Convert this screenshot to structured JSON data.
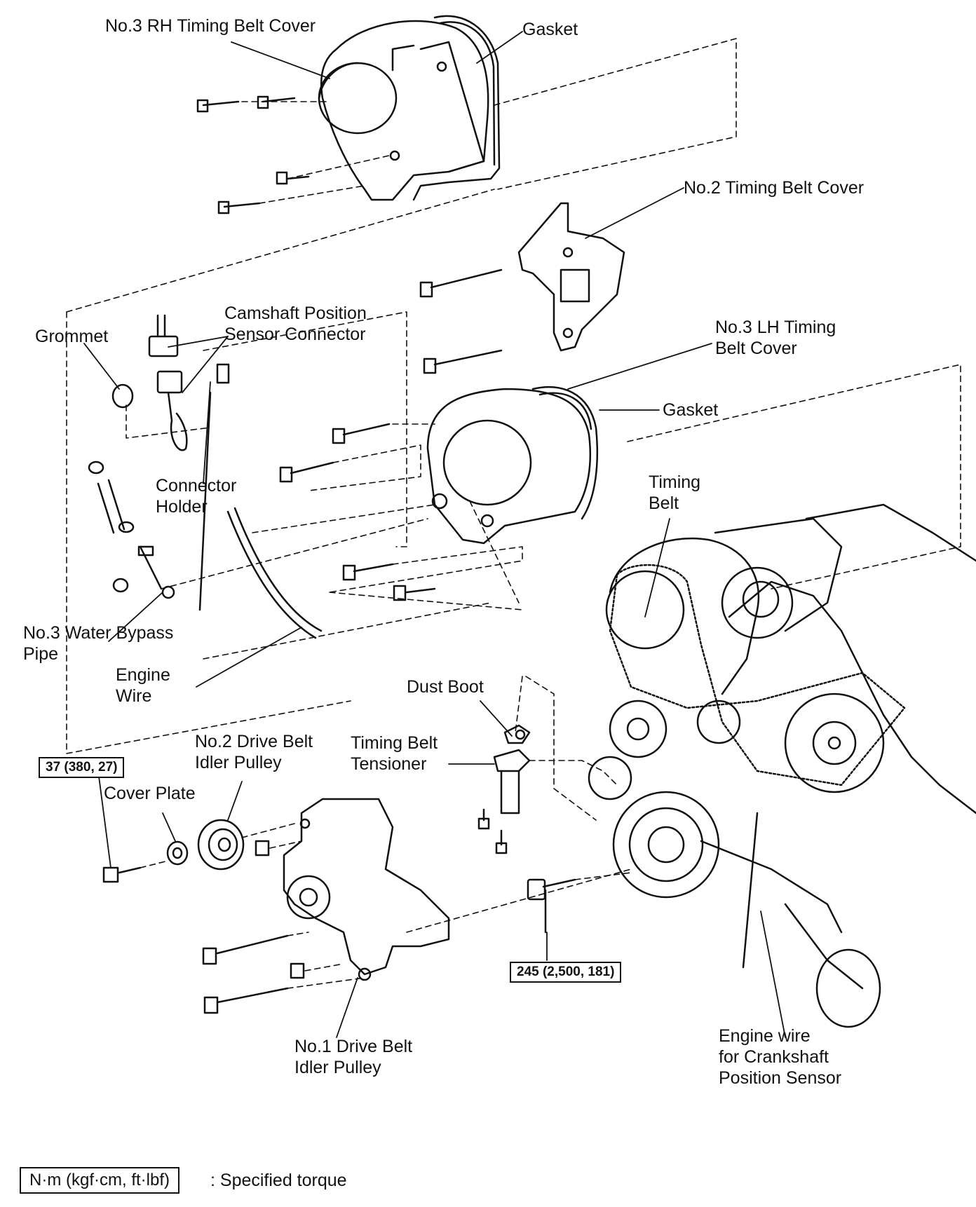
{
  "labels": {
    "rh_cover": "No.3 RH Timing Belt Cover",
    "gasket_top": "Gasket",
    "no2_cover": "No.2 Timing Belt Cover",
    "cam_sensor_line1": "Camshaft Position",
    "cam_sensor_line2": "Sensor Connector",
    "grommet": "Grommet",
    "lh_cover_line1": "No.3 LH Timing",
    "lh_cover_line2": "Belt Cover",
    "gasket_mid": "Gasket",
    "connector_holder_line1": "Connector",
    "connector_holder_line2": "Holder",
    "timing_belt_line1": "Timing",
    "timing_belt_line2": "Belt",
    "water_bypass_line1": "No.3 Water Bypass",
    "water_bypass_line2": "Pipe",
    "engine_wire_line1": "Engine",
    "engine_wire_line2": "Wire",
    "dust_boot": "Dust Boot",
    "tensioner_line1": "Timing Belt",
    "tensioner_line2": "Tensioner",
    "no2_idler_line1": "No.2 Drive Belt",
    "no2_idler_line2": "Idler Pulley",
    "cover_plate": "Cover Plate",
    "no1_idler_line1": "No.1 Drive Belt",
    "no1_idler_line2": "Idler Pulley",
    "crank_wire_line1": "Engine wire",
    "crank_wire_line2": "for Crankshaft",
    "crank_wire_line3": "Position Sensor"
  },
  "torque_specs": {
    "idler_bolt": "37 (380, 27)",
    "crank_bolt": "245 (2,500, 181)"
  },
  "legend": {
    "units": "N·m (kgf·cm, ft·lbf)",
    "meaning": ": Specified torque"
  }
}
